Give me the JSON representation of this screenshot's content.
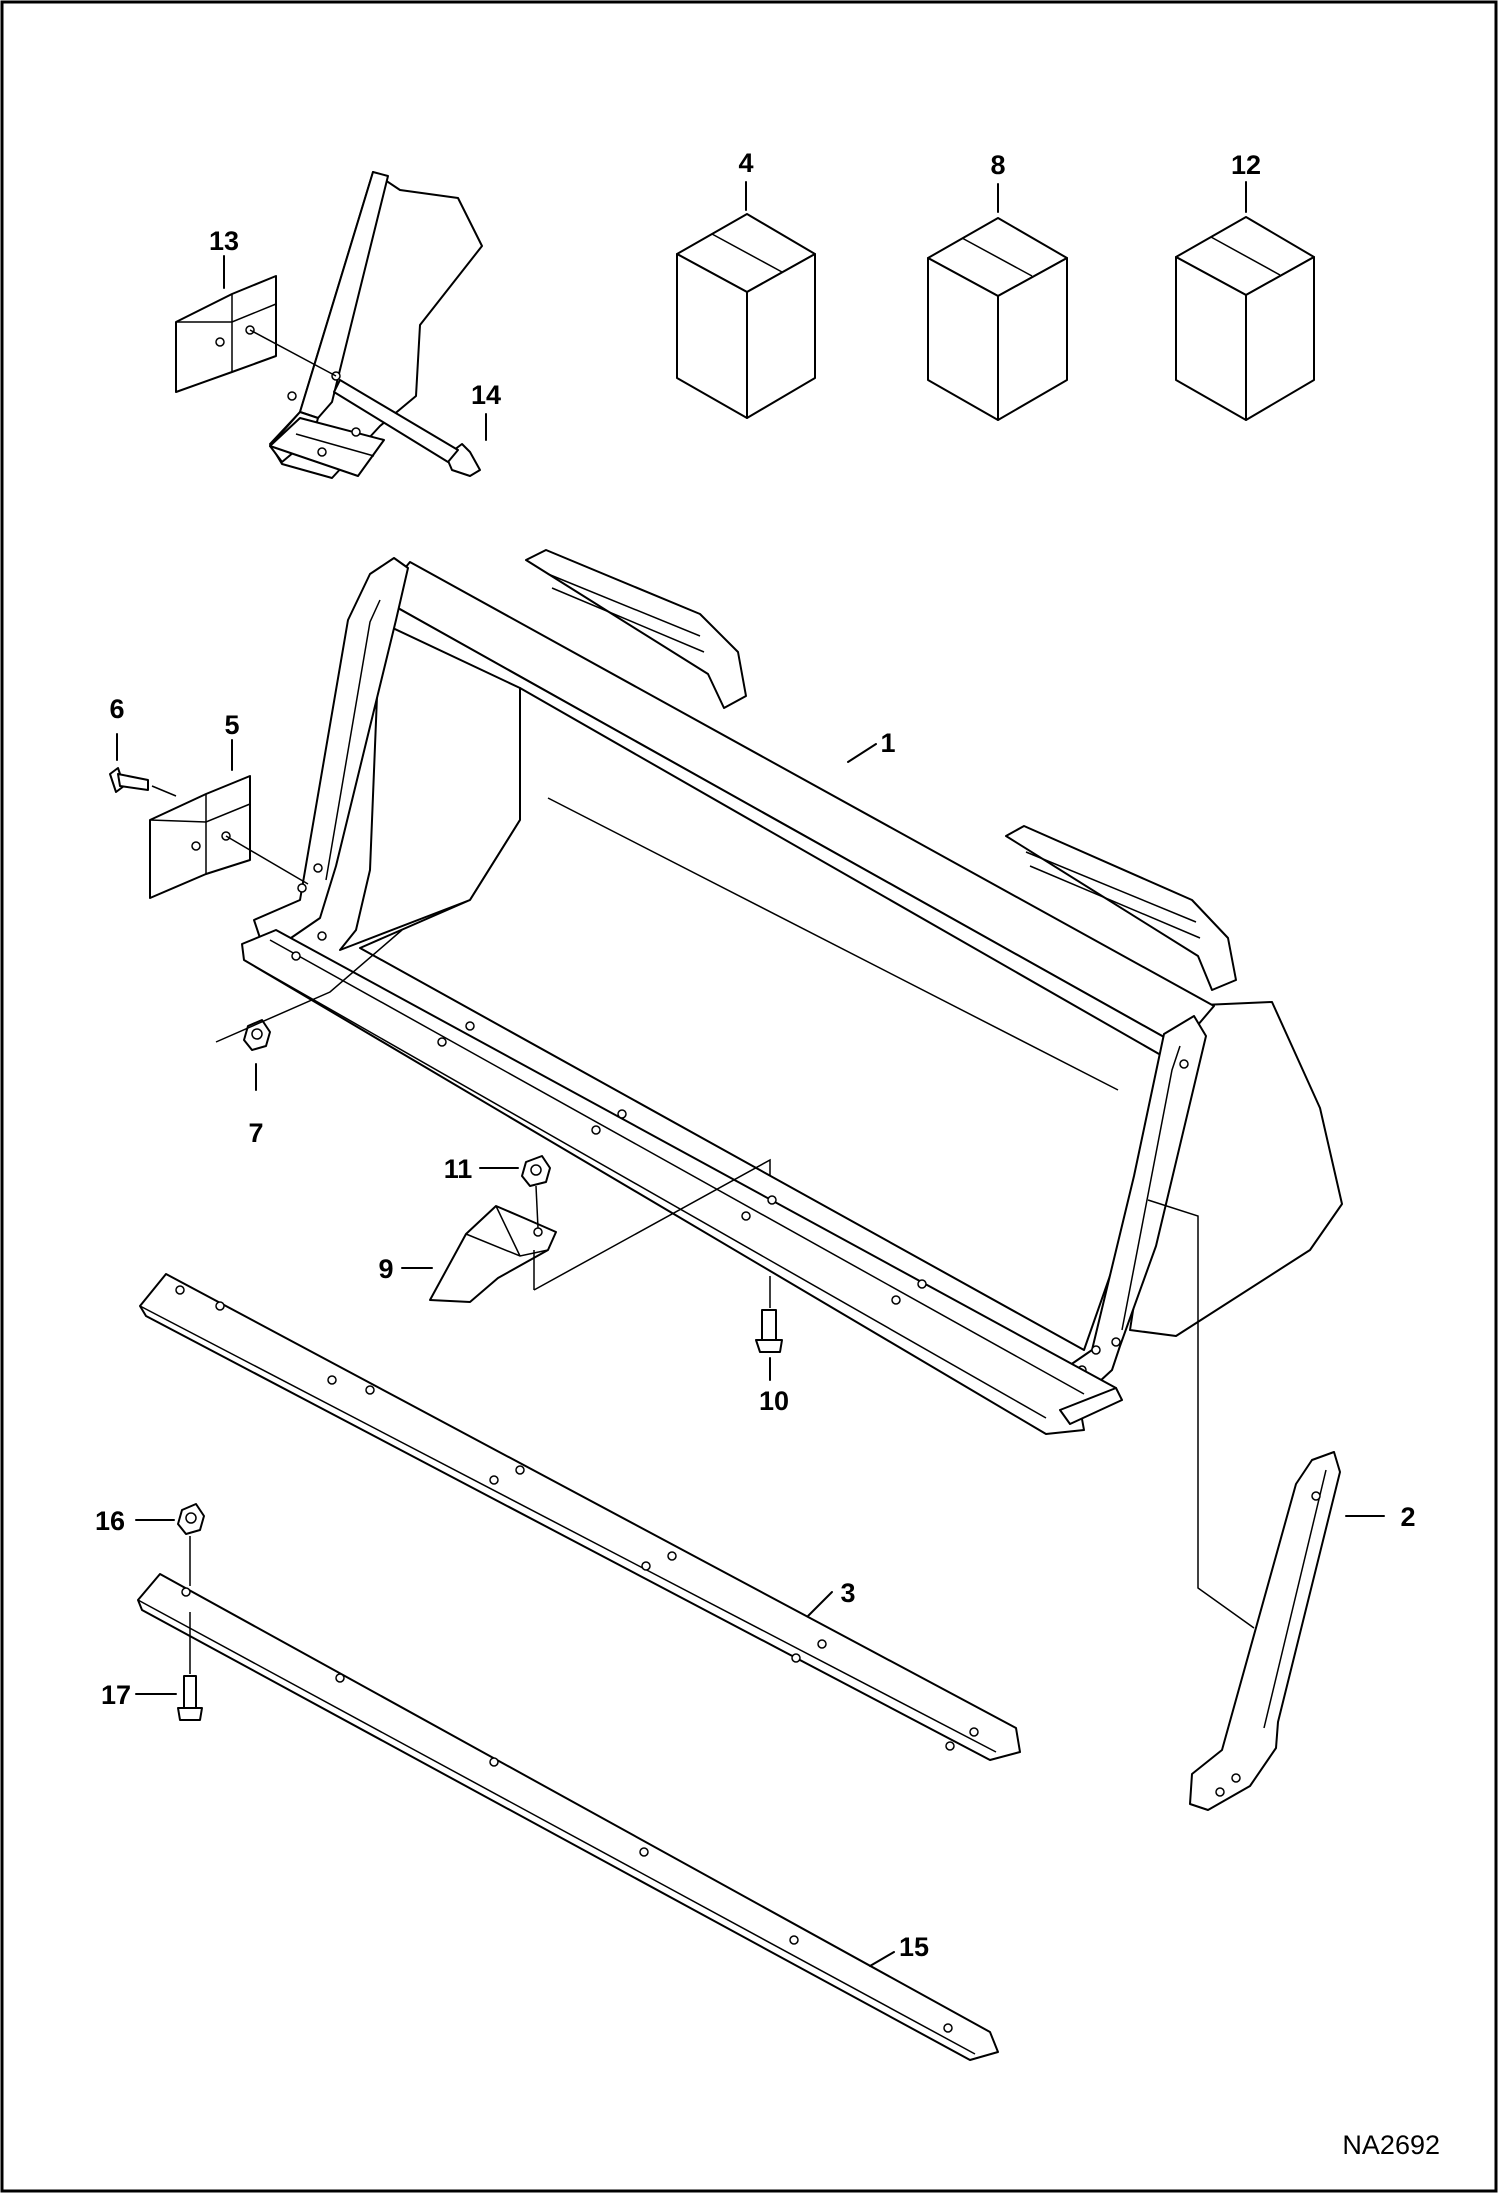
{
  "drawing_ref": "NA2692",
  "callouts": {
    "c1": "1",
    "c2": "2",
    "c3": "3",
    "c4": "4",
    "c5": "5",
    "c6": "6",
    "c7": "7",
    "c8": "8",
    "c9": "9",
    "c10": "10",
    "c11": "11",
    "c12": "12",
    "c13": "13",
    "c14": "14",
    "c15": "15",
    "c16": "16",
    "c17": "17"
  }
}
